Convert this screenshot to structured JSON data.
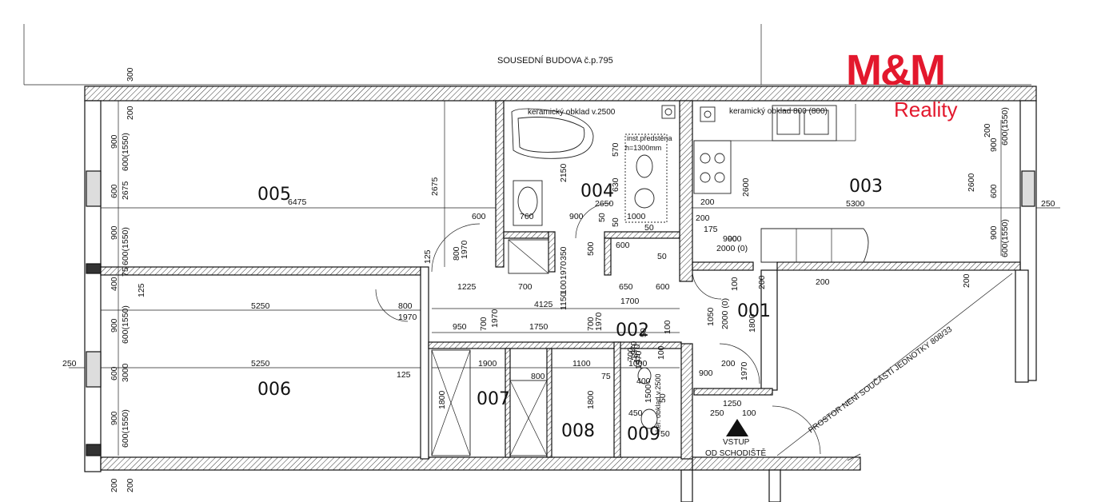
{
  "logo": {
    "main": "M&M",
    "sub": "Reality",
    "color": "#e3182d"
  },
  "labels": {
    "neighbour": "SOUSEDNÍ BUDOVA č.p.795"
  },
  "rooms": [
    {
      "id": "005",
      "text": "005"
    },
    {
      "id": "004",
      "text": "004"
    },
    {
      "id": "003",
      "text": "003"
    },
    {
      "id": "006",
      "text": "006"
    },
    {
      "id": "007",
      "text": "007"
    },
    {
      "id": "008",
      "text": "008"
    },
    {
      "id": "009",
      "text": "009"
    },
    {
      "id": "002",
      "text": "002"
    },
    {
      "id": "001",
      "text": "001"
    }
  ],
  "notes": [
    {
      "id": "tiles-004",
      "text": "keramický obklad v.2500"
    },
    {
      "id": "tiles-003",
      "text": "keramický obklad 800 (800)"
    },
    {
      "id": "inst-wall-1",
      "text": "inst.předstěna"
    },
    {
      "id": "inst-wall-2",
      "text": "h=1300mm"
    },
    {
      "id": "tiles-009",
      "text": "ker. obklad v.2500"
    },
    {
      "id": "entrance-1",
      "text": "VSTUP"
    },
    {
      "id": "entrance-2",
      "text": "OD SCHODIŠTĚ"
    },
    {
      "id": "not-part",
      "text": "PROSTOR NENÍ SOUČÁSTÍ JEDNOTKY 808/33"
    }
  ],
  "dimensions": [
    "300",
    "200",
    "900",
    "600(1550)",
    "600",
    "2675",
    "900",
    "600(1550)",
    "75",
    "400",
    "125",
    "900",
    "600(1550)",
    "600",
    "3000",
    "900",
    "600(1550)",
    "200",
    "200",
    "250",
    "6475",
    "2675",
    "2150",
    "2650",
    "5300",
    "5250",
    "5250",
    "4125",
    "1225",
    "700",
    "950",
    "1750",
    "1900",
    "1100",
    "1700",
    "650",
    "600",
    "600",
    "760",
    "900",
    "1000",
    "50",
    "200",
    "200",
    "175",
    "900",
    "2000 (0)",
    "125",
    "800",
    "1970",
    "800",
    "1970",
    "125",
    "570",
    "630",
    "50",
    "350",
    "1970",
    "500",
    "50",
    "600",
    "50",
    "100",
    "1150",
    "700",
    "1970",
    "700",
    "1970",
    "100",
    "50",
    "1970",
    "100",
    "1050",
    "2000 (0)",
    "1800",
    "100",
    "200",
    "900",
    "1250",
    "200",
    "1970",
    "800",
    "250",
    "100",
    "75",
    "400",
    "1000",
    "700",
    "1970",
    "50",
    "1500",
    "450",
    "50",
    "1800",
    "1800",
    "200",
    "900",
    "1970",
    "2600",
    "2600",
    "200",
    "900",
    "600(1550)",
    "600",
    "900",
    "600(1550)",
    "250",
    "200"
  ]
}
